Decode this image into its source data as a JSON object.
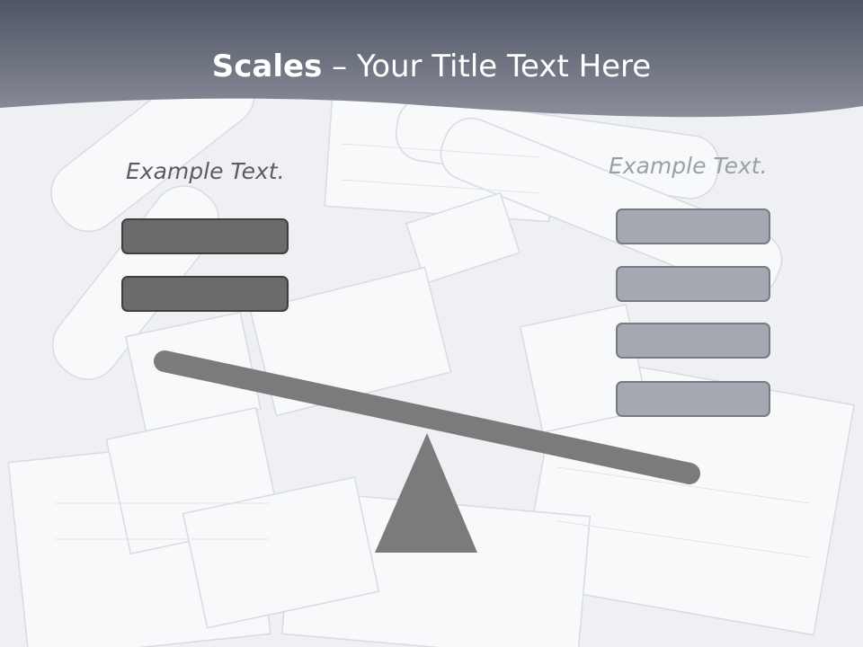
{
  "title": {
    "bold": "Scales",
    "rest": " – Your Title Text Here"
  },
  "left": {
    "label": "Example Text.",
    "boxes": 2
  },
  "right": {
    "label": "Example Text.",
    "boxes": 4
  },
  "colors": {
    "header": "#5c6270",
    "dark_box": "#6b6b6b",
    "light_box": "#a4a8b0",
    "scale": "#7b7b7b"
  }
}
